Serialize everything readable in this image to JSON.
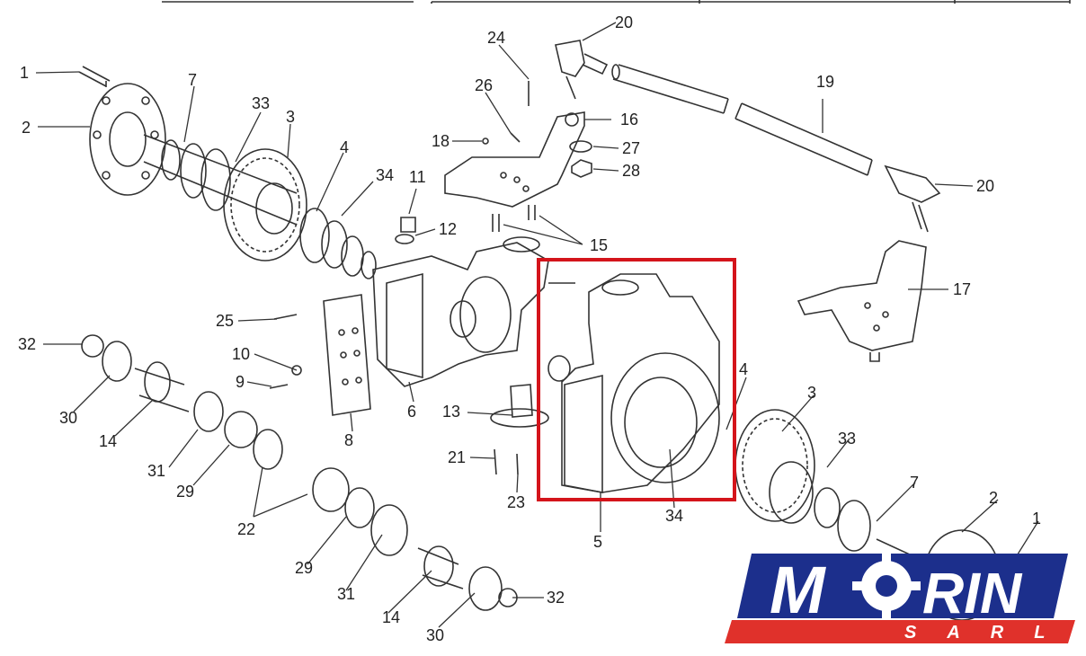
{
  "diagram": {
    "labels": [
      "1",
      "2",
      "7",
      "33",
      "3",
      "4",
      "34",
      "11",
      "12",
      "18",
      "26",
      "24",
      "20",
      "16",
      "27",
      "28",
      "15",
      "19",
      "20",
      "17",
      "25",
      "10",
      "9",
      "32",
      "30",
      "14",
      "31",
      "29",
      "22",
      "6",
      "8",
      "13",
      "21",
      "23",
      "4",
      "3",
      "33",
      "7",
      "2",
      "1",
      "5",
      "34",
      "29",
      "31",
      "14",
      "30",
      "32"
    ],
    "highlight_color": "#d4141b"
  },
  "logo": {
    "name": "MORIN",
    "sub": "S A R L",
    "colors": {
      "blue": "#1c2f8c",
      "red": "#e0312b"
    }
  }
}
